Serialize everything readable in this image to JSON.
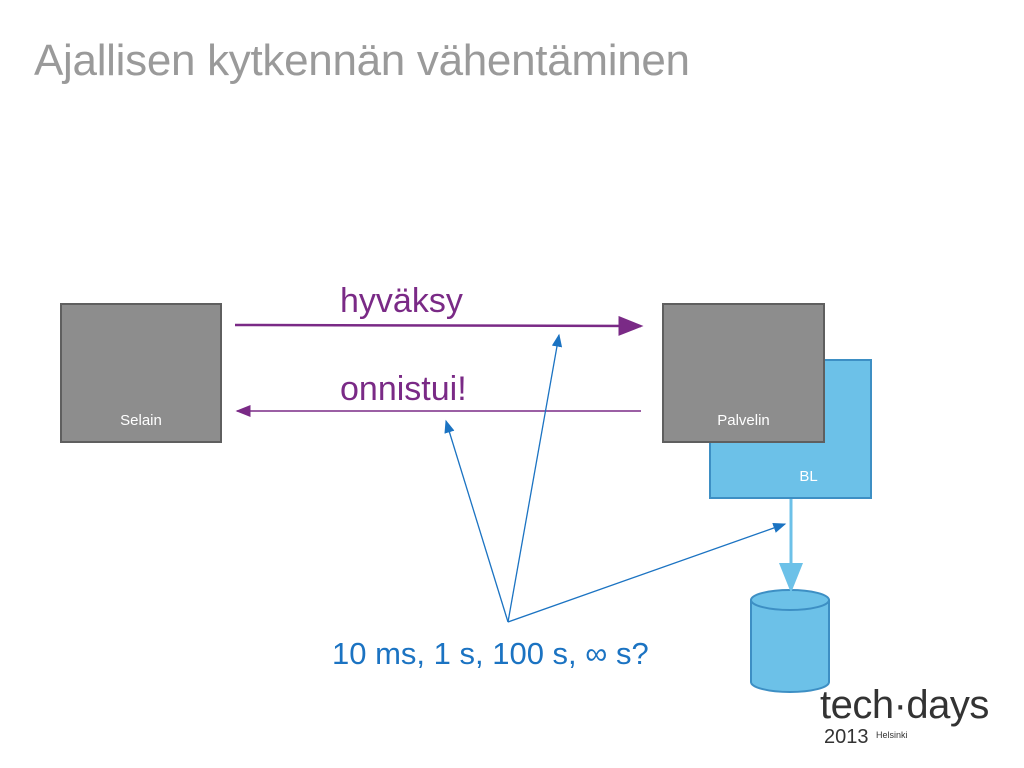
{
  "title": "Ajallisen kytkennän vähentäminen",
  "nodes": {
    "browser": "Selain",
    "server": "Palvelin",
    "business_logic": "BL"
  },
  "messages": {
    "request": "hyväksy",
    "response": "onnistui!"
  },
  "timing_question": "10 ms, 1 s, 100 s, ∞ s?",
  "logo": {
    "brand": "tech·days",
    "year": "2013",
    "city": "Helsinki"
  },
  "colors": {
    "message": "#7a2a86",
    "timing": "#1b73c2",
    "box_gray": "#8d8d8d",
    "box_blue": "#6cc1e8",
    "title": "#9a9a9a"
  }
}
